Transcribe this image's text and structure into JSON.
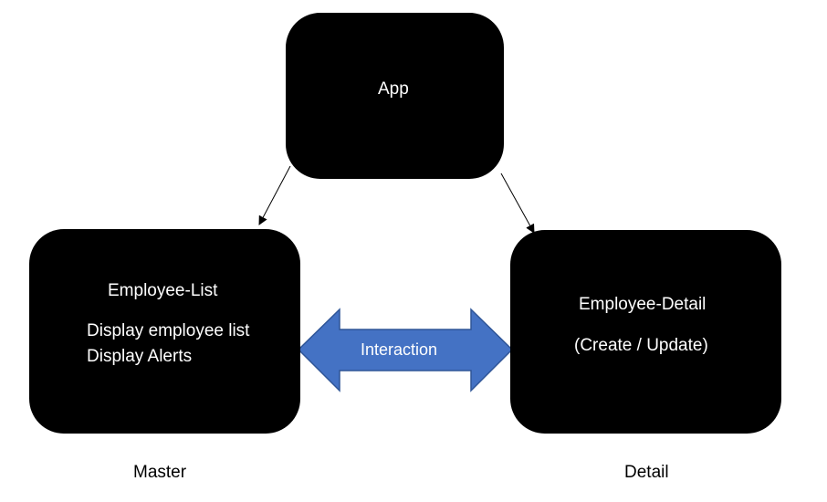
{
  "nodes": {
    "app": {
      "title": "App"
    },
    "employee_list": {
      "title": "Employee-List",
      "lines": [
        "Display employee list",
        "Display Alerts"
      ]
    },
    "employee_detail": {
      "title": "Employee-Detail",
      "subtitle": "(Create / Update)"
    }
  },
  "interaction": {
    "label": "Interaction"
  },
  "captions": {
    "master": "Master",
    "detail": "Detail"
  },
  "colors": {
    "node_fill": "#000000",
    "node_text": "#ffffff",
    "arrow_fill": "#4472c4",
    "arrow_stroke": "#2f5597"
  }
}
